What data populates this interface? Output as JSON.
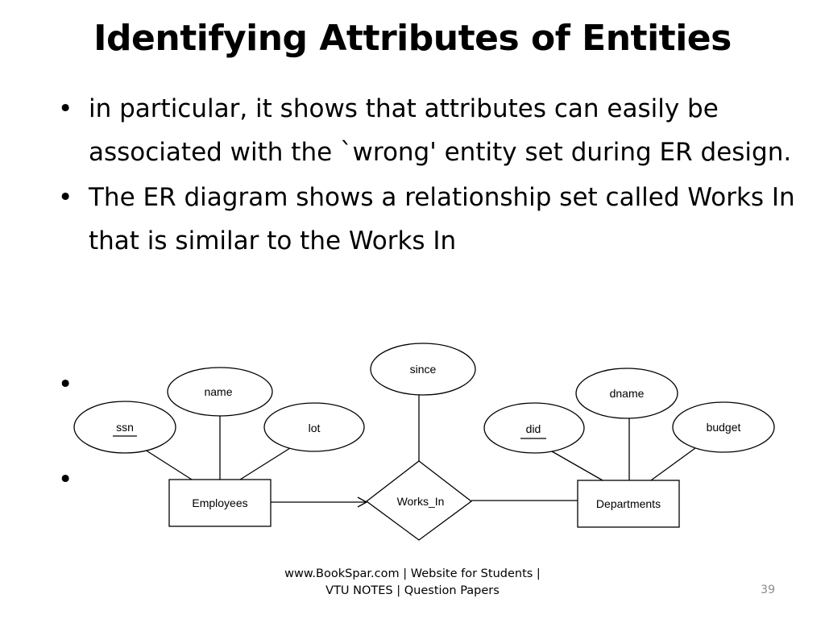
{
  "slide": {
    "title": "Identifying Attributes of Entities",
    "bullets": [
      "in particular, it shows that attributes can easily be associated with the `wrong' entity set during ER design.",
      " The ER diagram shows a relationship set called Works In that is similar to the Works In"
    ],
    "empty_bullets": [
      "•",
      "•"
    ],
    "footer": "www.BookSpar.com | Website for Students | VTU NOTES | Question Papers",
    "page_number": "39"
  },
  "diagram": {
    "entities": {
      "employees": "Employees",
      "departments": "Departments"
    },
    "relationship": "Works_In",
    "attributes": {
      "ssn": "ssn",
      "name": "name",
      "lot": "lot",
      "since": "since",
      "did": "did",
      "dname": "dname",
      "budget": "budget"
    },
    "key_attributes": [
      "ssn",
      "did"
    ]
  }
}
